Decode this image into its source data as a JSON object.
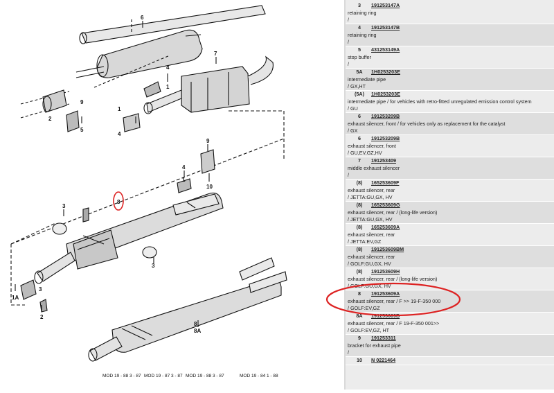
{
  "diagram": {
    "callouts": [
      "6",
      "7",
      "4",
      "1",
      "1",
      "9",
      "2",
      "5",
      "4",
      "9",
      "4",
      "1",
      "10",
      "3",
      "8",
      "3",
      "1A",
      "2",
      "3",
      "8",
      "8A"
    ],
    "footer": [
      "MOD 19 - 88  3 - 87",
      "MOD 19 - 87  3 - 87",
      "MOD 19 - 88  3 - 87",
      "MOD 19 - 84  1 - 88"
    ]
  },
  "parts": [
    {
      "pos": "3",
      "number": "191253147A",
      "desc": "retaining ring",
      "model": "/"
    },
    {
      "pos": "4",
      "number": "191253147B",
      "desc": "retaining ring",
      "model": "/"
    },
    {
      "pos": "5",
      "number": "431253149A",
      "desc": "stop buffer",
      "model": "/"
    },
    {
      "pos": "5A",
      "number": "1H0253203E",
      "desc": "intermediate pipe",
      "model": "/ GX,HT"
    },
    {
      "pos": "(5A)",
      "number": "1H0253203E",
      "desc": "intermediate pipe / for vehicles with retro-fitted unregulated emission control system",
      "model": "/ GU"
    },
    {
      "pos": "6",
      "number": "191253209B",
      "desc": "exhaust silencer, front / for vehicles only as replacement for the catalyst",
      "model": "/ GX"
    },
    {
      "pos": "6",
      "number": "191253209B",
      "desc": "exhaust silencer, front",
      "model": "/ GU,EV,GZ,HV"
    },
    {
      "pos": "7",
      "number": "191253409",
      "desc": "middle exhaust silencer",
      "model": "/"
    },
    {
      "pos": "(8)",
      "number": "165253609F",
      "desc": "exhaust silencer, rear",
      "model": "/ JETTA:GU,GX, HV"
    },
    {
      "pos": "(8)",
      "number": "165253609G",
      "desc": "exhaust silencer, rear / (long-life version)",
      "model": "/ JETTA:GU,GX, HV"
    },
    {
      "pos": "(8)",
      "number": "165253609A",
      "desc": "exhaust silencer, rear",
      "model": "/ JETTA:EV,GZ"
    },
    {
      "pos": "(8)",
      "number": "191253609BM",
      "desc": "exhaust silencer, rear",
      "model": "/ GOLF:GU,GX, HV"
    },
    {
      "pos": "(8)",
      "number": "191253609H",
      "desc": "exhaust silencer, rear / (long-life version)",
      "model": "/ GOLF:GU,GX, HV"
    },
    {
      "pos": "8",
      "number": "191253609A",
      "desc": "exhaust silencer, rear / F >> 19-F-350 000",
      "model": "/ GOLF:EV,GZ"
    },
    {
      "pos": "8A",
      "number": "191253609B",
      "desc": "exhaust silencer, rear / F 19-F-350 001>>",
      "model": "/ GOLF:EV,GZ, HT"
    },
    {
      "pos": "9",
      "number": "191253311",
      "desc": "bracket for exhaust pipe",
      "model": "/"
    },
    {
      "pos": "10",
      "number": "N 0221464",
      "desc": "",
      "model": ""
    }
  ]
}
